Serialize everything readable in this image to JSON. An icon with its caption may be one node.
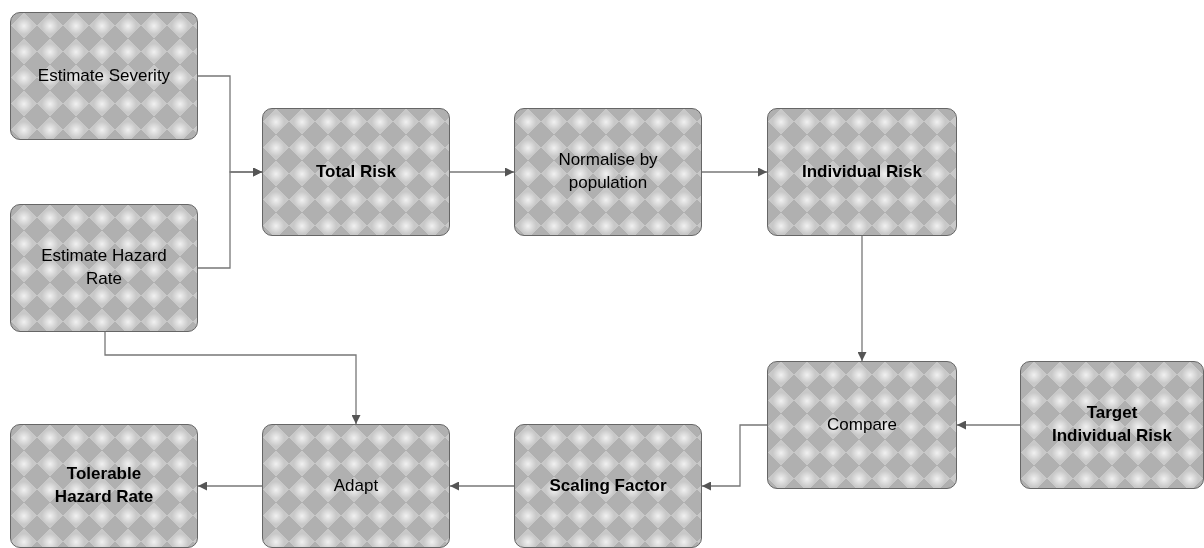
{
  "diagram": {
    "nodes": [
      {
        "text": [
          "Estimate Severity"
        ]
      },
      {
        "text": [
          "Estimate Hazard Rate"
        ]
      },
      {
        "text": [
          "Total Risk"
        ]
      },
      {
        "text": [
          "Normalise by population"
        ]
      },
      {
        "text": [
          "Individual Risk"
        ]
      },
      {
        "text": [
          "Compare"
        ]
      },
      {
        "text": [
          "Target Individual Risk"
        ]
      },
      {
        "text": [
          "Tolerable Hazard Rate"
        ]
      },
      {
        "text": [
          "Adapt"
        ]
      },
      {
        "text": [
          "Scaling Factor"
        ]
      }
    ],
    "edges": [
      {
        "from": 0,
        "to": 2,
        "arrow": "to"
      },
      {
        "from": 1,
        "to": 2,
        "arrow": "to"
      },
      {
        "from": 2,
        "to": 3,
        "arrow": "to"
      },
      {
        "from": 3,
        "to": 4,
        "arrow": "to"
      },
      {
        "from": 4,
        "to": 5,
        "arrow": "to"
      },
      {
        "from": 6,
        "to": 5,
        "arrow": "to"
      },
      {
        "from": 5,
        "to": 9,
        "arrow": "to"
      },
      {
        "from": 9,
        "to": 8,
        "arrow": "to"
      },
      {
        "from": 8,
        "to": 7,
        "arrow": "to"
      },
      {
        "from": 1,
        "to": 8,
        "arrow": "to"
      }
    ]
  }
}
